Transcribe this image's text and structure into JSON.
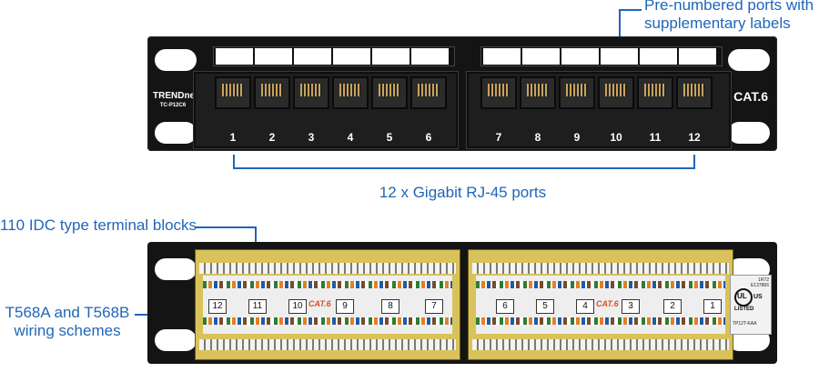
{
  "callouts": {
    "labels": "Pre-numbered ports with supplementary labels",
    "labels_line1": "Pre-numbered ports with",
    "labels_line2": "supplementary labels",
    "ports": "12 x Gigabit RJ-45 ports",
    "idc": "110 IDC type terminal blocks",
    "wiring_line1": "T568A and T568B",
    "wiring_line2": "wiring schemes"
  },
  "front_panel": {
    "brand": "TRENDnet",
    "model": "TC-P12C6",
    "cat": "CAT.6",
    "port_numbers": [
      "1",
      "2",
      "3",
      "4",
      "5",
      "6",
      "7",
      "8",
      "9",
      "10",
      "11",
      "12"
    ]
  },
  "rear_panel": {
    "left_block_numbers": [
      "12",
      "11",
      "10",
      "9",
      "8",
      "7"
    ],
    "right_block_numbers": [
      "6",
      "5",
      "4",
      "3",
      "2",
      "1"
    ],
    "cat_mark": "CAT.6",
    "ul_mark": "UL",
    "ul_us": "US",
    "ul_listed": "LISTED",
    "ul_code": "1R72",
    "ul_code2": "E137866",
    "model_label": "TP12T-KAA"
  },
  "colors": {
    "accent": "#1f66b8",
    "panel": "#141414",
    "block": "#d9c25a"
  }
}
